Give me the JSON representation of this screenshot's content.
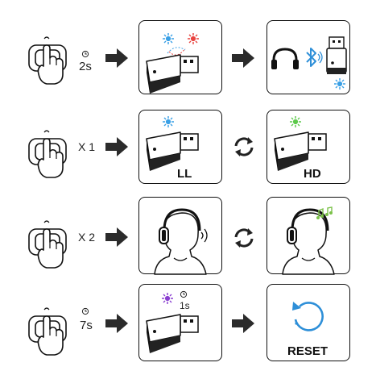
{
  "rows": [
    {
      "press_count": "",
      "hold_duration": "2s",
      "timer_icon": "clock-icon"
    },
    {
      "press_count": "X 1",
      "hold_duration": ""
    },
    {
      "press_count": "X 2",
      "hold_duration": ""
    },
    {
      "press_count": "",
      "hold_duration": "7s",
      "timer_icon": "clock-icon"
    }
  ],
  "panels": {
    "ll_label": "LL",
    "hd_label": "HD",
    "blink_duration": "1s",
    "reset_label": "RESET"
  },
  "colors": {
    "outline": "#111111",
    "arrow": "#2b2b2b",
    "led_blue": "#3aa0e6",
    "led_red": "#e8433f",
    "led_green": "#5cc94a",
    "led_purple": "#8a3fd0",
    "music_note": "#7cc24a",
    "reset_arrow": "#2e8fd8",
    "bluetooth": "#2e8fd8"
  }
}
